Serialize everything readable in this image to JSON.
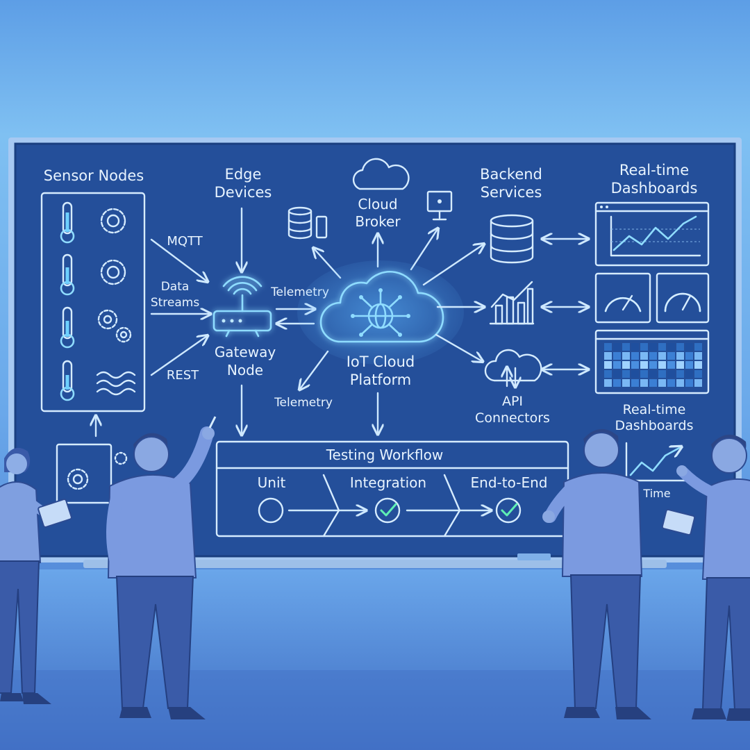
{
  "labels": {
    "sensor_nodes": "Sensor Nodes",
    "edge_1": "Edge",
    "edge_2": "Devices",
    "cloud_broker_1": "Cloud",
    "cloud_broker_2": "Broker",
    "backend_1": "Backend",
    "backend_2": "Services",
    "dash_top_1": "Real-time",
    "dash_top_2": "Dashboards",
    "mqtt": "MQTT",
    "data_streams_1": "Data",
    "data_streams_2": "Streams",
    "rest": "REST",
    "telemetry_top": "Telemetry",
    "telemetry_bottom": "Telemetry",
    "gateway_1": "Gateway",
    "gateway_2": "Node",
    "platform_1": "IoT Cloud",
    "platform_2": "Platform",
    "api_1": "API",
    "api_2": "Connectors",
    "dash_bottom_1": "Real-time",
    "dash_bottom_2": "Dashboards",
    "time": "Time",
    "workflow_title": "Testing Workflow",
    "step_unit": "Unit",
    "step_integration": "Integration",
    "step_e2e": "End-to-End"
  },
  "colors": {
    "board": "#244f9a",
    "board_dark": "#1d4286",
    "line": "#d6ecff",
    "glow": "#8fdcff",
    "check": "#5ff0b4"
  },
  "icons": [
    "thermometer-icon",
    "gear-icon",
    "waves-icon",
    "database-icon",
    "cloud-icon",
    "router-icon",
    "monitor-icon",
    "bar-chart-icon",
    "gauge-icon",
    "heatmap-icon",
    "check-icon"
  ]
}
